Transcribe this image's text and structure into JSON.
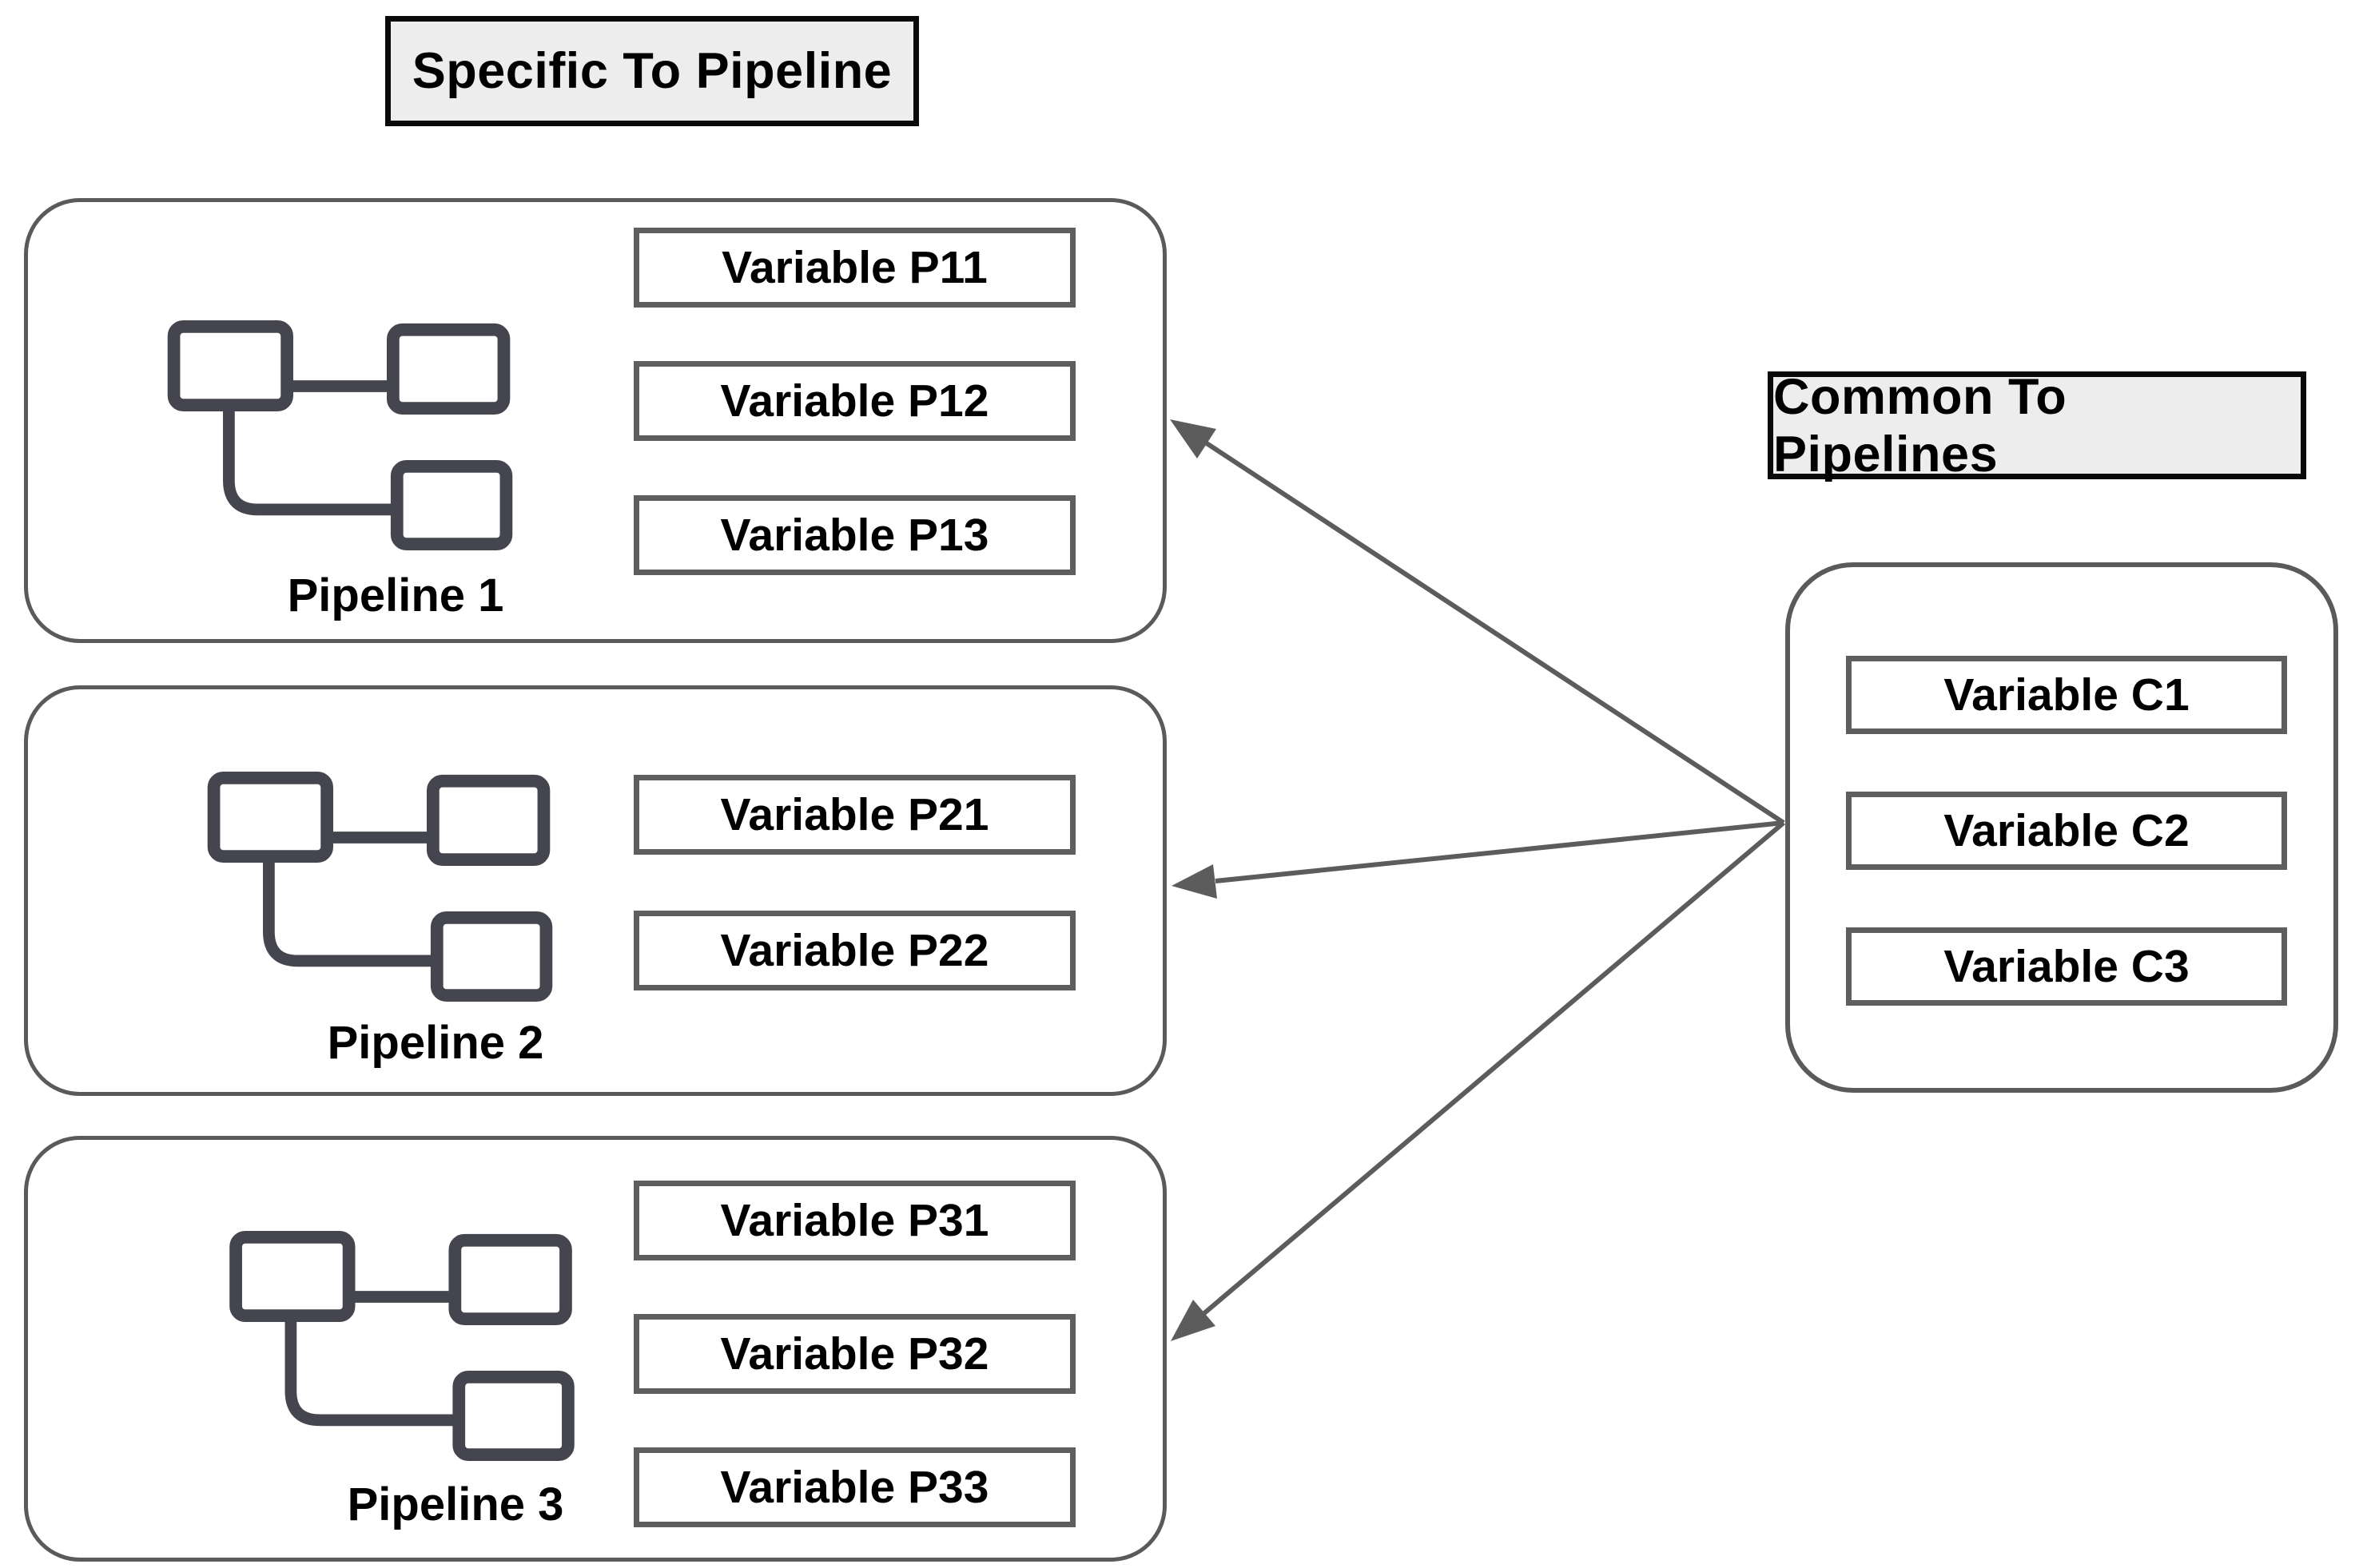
{
  "titles": {
    "specific": "Specific To Pipeline",
    "common": "Common To Pipelines"
  },
  "pipelines": [
    {
      "label": "Pipeline 1",
      "variables": [
        "Variable P11",
        "Variable P12",
        "Variable P13"
      ]
    },
    {
      "label": "Pipeline 2",
      "variables": [
        "Variable P21",
        "Variable P22"
      ]
    },
    {
      "label": "Pipeline 3",
      "variables": [
        "Variable P31",
        "Variable P32",
        "Variable P33"
      ]
    }
  ],
  "common": {
    "variables": [
      "Variable C1",
      "Variable C2",
      "Variable C3"
    ]
  },
  "colors": {
    "box_border": "#5a5a5a",
    "variable_border": "#5e5e5e",
    "title_border": "#0a0a0a",
    "title_bg": "#ededed",
    "icon": "#45454f",
    "arrow": "#5c5c5c",
    "text": "#000000",
    "background": "#ffffff"
  }
}
